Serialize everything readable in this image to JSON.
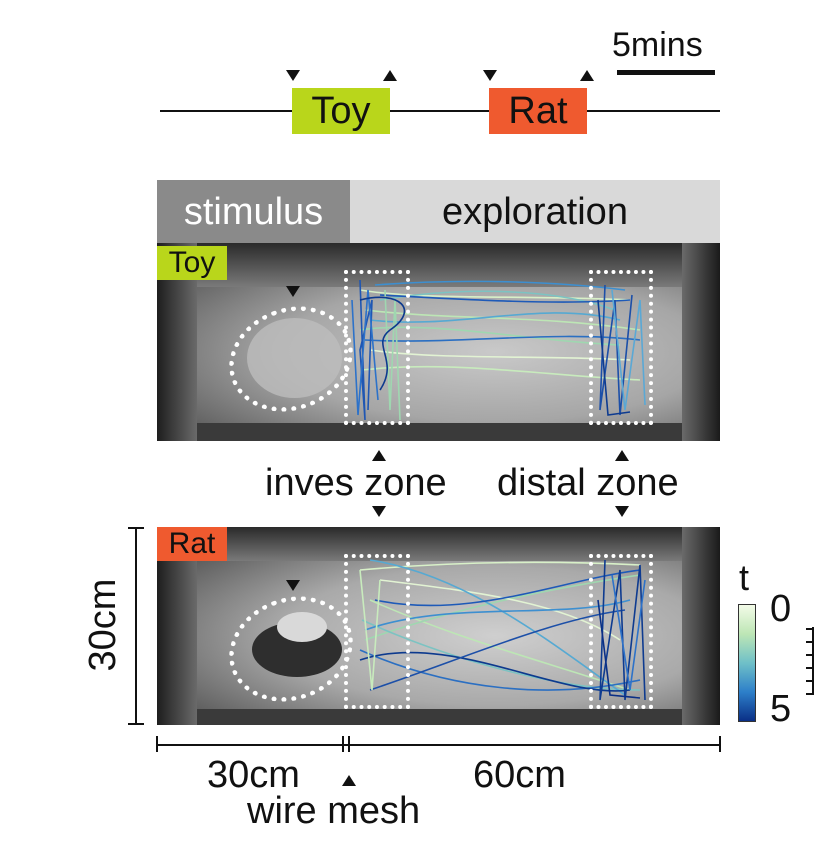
{
  "timeline": {
    "scale_label": "5mins",
    "toy_label": "Toy",
    "rat_label": "Rat"
  },
  "header": {
    "stimulus_label": "stimulus",
    "exploration_label": "exploration"
  },
  "panels": {
    "top_tag": "Toy",
    "bottom_tag": "Rat"
  },
  "zones": {
    "inves_zone_label": "inves zone",
    "distal_zone_label": "distal zone"
  },
  "dimensions": {
    "height_label": "30cm",
    "stimulus_width_label": "30cm",
    "exploration_width_label": "60cm",
    "wire_mesh_label": "wire mesh"
  },
  "colorbar": {
    "title": "t",
    "min_label": "0",
    "max_label": "5"
  },
  "colors": {
    "toy": "#b9d61b",
    "rat": "#ef5a2f",
    "stimulus_bar": "#8a8a8a",
    "exploration_bar": "#d9d9d9",
    "track_start": "#e8f6d6",
    "track_end": "#0a2f86"
  }
}
